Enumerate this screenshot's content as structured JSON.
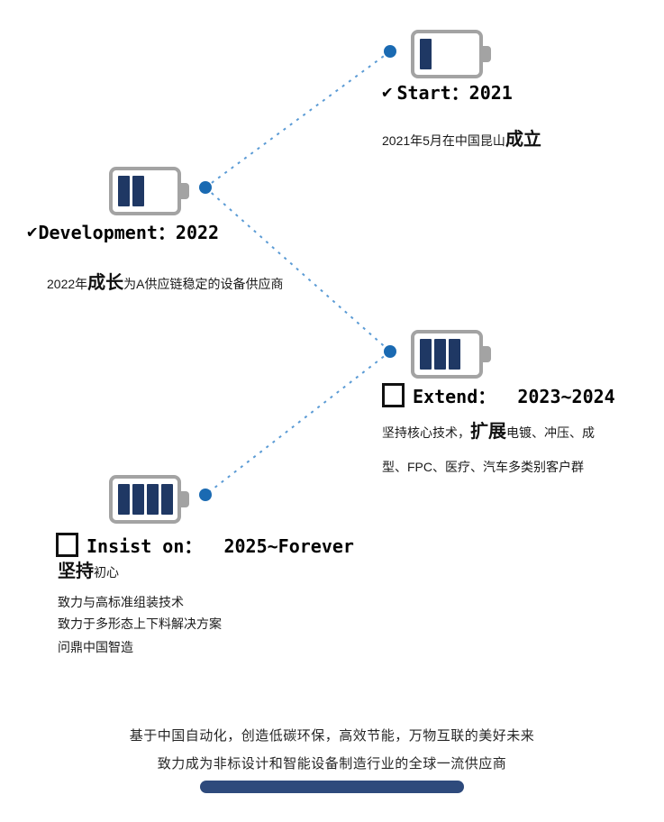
{
  "milestones": [
    {
      "name": "start",
      "marker": "check",
      "label": "Start：2021",
      "desc": {
        "prefix": "2021年5月在中国昆山",
        "em": "成立",
        "suffix": ""
      },
      "battery_bars": 1
    },
    {
      "name": "development",
      "marker": "check",
      "label": "Development：2022",
      "desc": {
        "prefix": "2022年",
        "em": "成长",
        "suffix": "为A供应链稳定的设备供应商"
      },
      "battery_bars": 2
    },
    {
      "name": "extend",
      "marker": "box",
      "label": "Extend：  2023~2024",
      "desc": {
        "prefix": "坚持核心技术，",
        "em": "扩展",
        "suffix": "电镀、冲压、成型、FPC、医疗、汽车多类别客户群"
      },
      "battery_bars": 3
    },
    {
      "name": "insist",
      "marker": "box",
      "label": "Insist on：  2025~Forever",
      "desc": {
        "prefix": "",
        "em": "坚持",
        "suffix": "初心"
      },
      "battery_bars": 4,
      "lines": [
        "致力与高标准组装技术",
        "致力于多形态上下料解决方案",
        "问鼎中国智造"
      ]
    }
  ],
  "footer": {
    "line1": "基于中国自动化，创造低碳环保，高效节能，万物互联的美好未来",
    "line2": "致力成为非标设计和智能设备制造行业的全球一流供应商"
  },
  "colors": {
    "dot_blue": "#1a6ab2",
    "dotted_line_blue": "#5b9bd5",
    "battery_bar_navy": "#1f3864",
    "battery_border_gray": "#a3a3a3",
    "pill_navy": "#2e4a7c"
  }
}
